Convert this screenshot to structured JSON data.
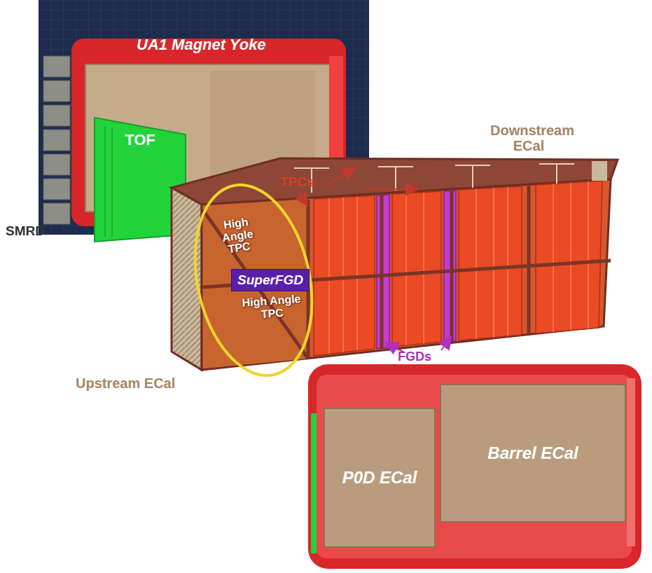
{
  "diagram": {
    "nodes": [
      {
        "text": [
          "TOF"
        ]
      },
      {
        "text": [
          "SuperFGD"
        ]
      },
      {
        "text": [
          "P0D ECal"
        ]
      },
      {
        "text": [
          "Barrel ECal"
        ]
      }
    ],
    "labels": [
      "UA1 Magnet Yoke",
      "TPCs",
      "Downstream ECal",
      "High Angle TPC",
      "High Angle TPC",
      "SMRD",
      "Upstream ECal",
      "FGDs"
    ]
  }
}
